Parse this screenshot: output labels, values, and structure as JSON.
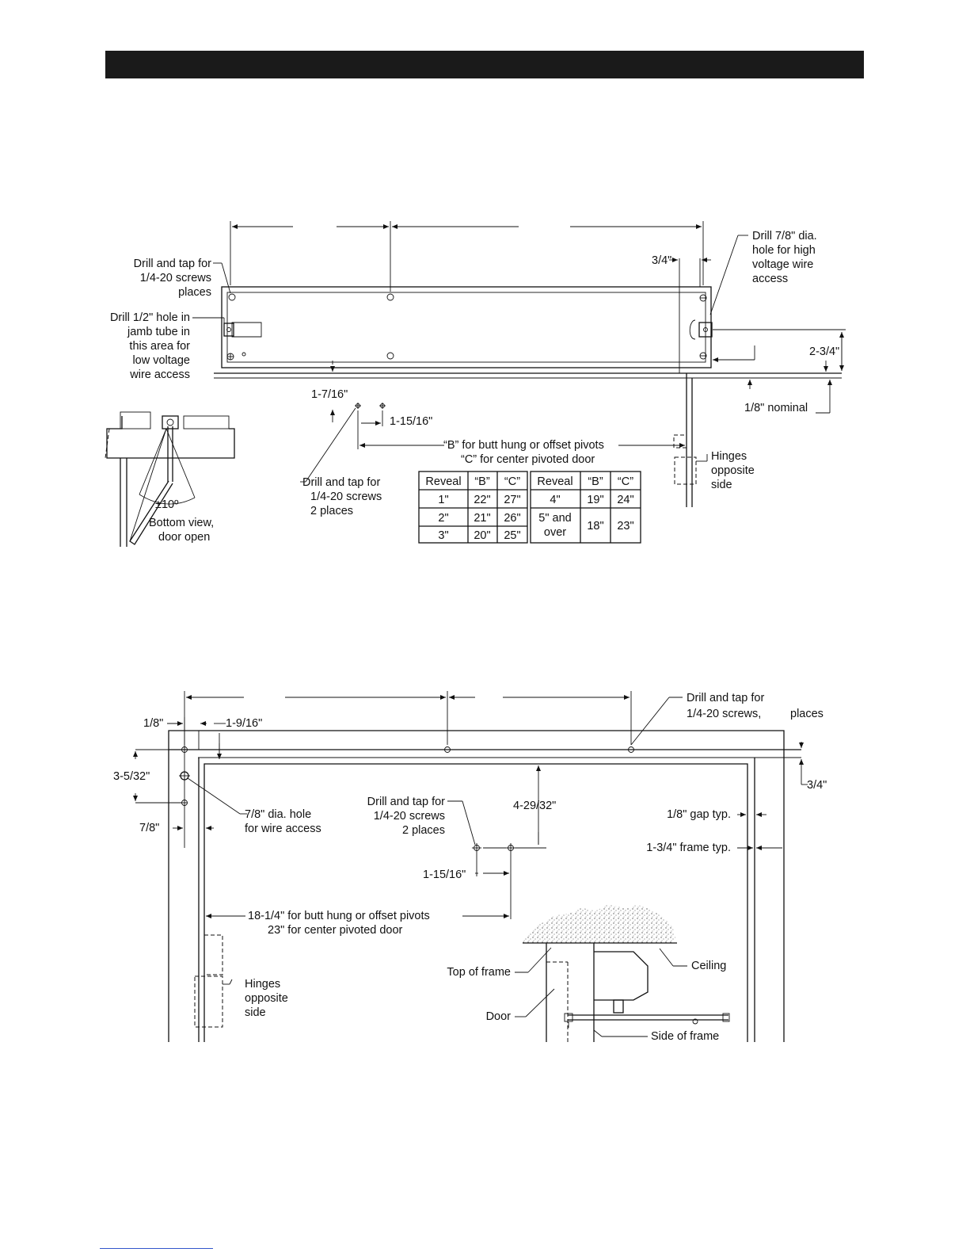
{
  "top": {
    "label_drill_tap_1": "Drill and tap for",
    "label_drill_tap_2": "1/4-20  screws",
    "label_drill_tap_3": "places",
    "label_drill_half_1": "Drill 1/2\" hole in",
    "label_drill_half_2": "jamb tube in",
    "label_drill_half_3": "this  area  for",
    "label_drill_half_4": "low  voltage",
    "label_drill_half_5": "wire  access",
    "label_drill_78_1": "Drill 7/8\" dia.",
    "label_drill_78_2": "hole for high",
    "label_drill_78_3": "voltage wire",
    "label_drill_78_4": "access",
    "dim_three_quarter": "3/4\"",
    "dim_2_3_4": "2-3/4\"",
    "dim_1_8_nominal": "1/8\" nominal",
    "dim_1_7_16": "1-7/16\"",
    "dim_1_15_16": "1-15/16\"",
    "label_b_line": "“B”  for  butt  hung  or  offset  pivots",
    "label_c_line": "“C”  for  center  pivoted  door",
    "label_drill_2_1": "Drill and tap for",
    "label_drill_2_2": "1/4-20  screws",
    "label_drill_2_3": "2  places",
    "label_hinges_1": "Hinges",
    "label_hinges_2": "opposite",
    "label_hinges_3": "side",
    "label_angle": "±10º",
    "label_bottom_1": "Bottom  view,",
    "label_bottom_2": "door  open"
  },
  "table": {
    "headers": [
      "Reveal",
      "“B”",
      "“C”",
      "Reveal",
      "“B”",
      "“C”"
    ],
    "rows": [
      [
        "1\"",
        "22\"",
        "27\""
      ],
      [
        "2\"",
        "21\"",
        "26\""
      ],
      [
        "3\"",
        "20\"",
        "25\""
      ]
    ],
    "right_r1": [
      "4\"",
      "19\"",
      "24\""
    ],
    "right_r2_reveal_1": "5\" and",
    "right_r2_reveal_2": "over",
    "right_r2_b": "18\"",
    "right_r2_c": "23\""
  },
  "bottom": {
    "dim_1_8": "1/8\"",
    "dim_1_9_16": "1-9/16\"",
    "dim_3_5_32": "3-5/32\"",
    "dim_7_8": "7/8\"",
    "label_hole_1": "7/8\"  dia.  hole",
    "label_hole_2": "for  wire  access",
    "label_drill_tap_1": "Drill and tap for",
    "label_drill_tap_2": "1/4-20  screws,",
    "label_drill_tap_3": "places",
    "dim_3_4": "3/4\"",
    "label_drill_2_1": "Drill and tap for",
    "label_drill_2_2": "1/4-20  screws",
    "label_drill_2_3": "2  places",
    "dim_4_29_32": "4-29/32\"",
    "label_gap": "1/8\"  gap  typ.",
    "label_frame": "1-3/4\"  frame  typ.",
    "dim_1_15_16": "1-15/16\"",
    "label_18_line": "18-1/4\"  for  butt  hung  or  offset  pivots",
    "label_23_line": "23\"  for  center  pivoted  door",
    "label_hinges_1": "Hinges",
    "label_hinges_2": "opposite",
    "label_hinges_3": "side",
    "label_top_frame": "Top of frame",
    "label_ceiling": "Ceiling",
    "label_door": "Door",
    "label_side_frame": "Side of frame"
  }
}
